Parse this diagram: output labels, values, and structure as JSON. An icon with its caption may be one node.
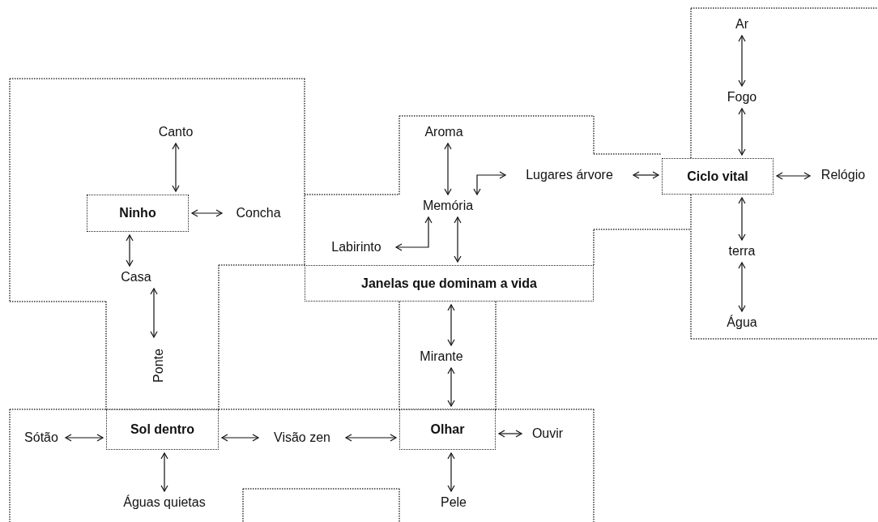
{
  "diagram": {
    "nodes": [
      {
        "text": [
          "Ar"
        ]
      },
      {
        "text": [
          "Fogo"
        ]
      },
      {
        "text": [
          "Canto"
        ]
      },
      {
        "text": [
          "Aroma"
        ]
      },
      {
        "text": [
          "Ciclo vital"
        ]
      },
      {
        "text": [
          "Lugares árvore"
        ]
      },
      {
        "text": [
          "Relógio"
        ]
      },
      {
        "text": [
          "Ninho"
        ]
      },
      {
        "text": [
          "Concha"
        ]
      },
      {
        "text": [
          "Memória"
        ]
      },
      {
        "text": [
          "Labirinto"
        ]
      },
      {
        "text": [
          "terra"
        ]
      },
      {
        "text": [
          "Casa"
        ]
      },
      {
        "text": [
          "Janelas que dominam a vida"
        ]
      },
      {
        "text": [
          "Água"
        ]
      },
      {
        "text": [
          "Ponte"
        ]
      },
      {
        "text": [
          "Mirante"
        ]
      },
      {
        "text": [
          "Sótão"
        ]
      },
      {
        "text": [
          "Sol dentro"
        ]
      },
      {
        "text": [
          "Visão zen"
        ]
      },
      {
        "text": [
          "Olhar"
        ]
      },
      {
        "text": [
          "Ouvir"
        ]
      },
      {
        "text": [
          "Águas quietas"
        ]
      },
      {
        "text": [
          "Pele"
        ]
      }
    ],
    "edges": [
      {
        "from": 0,
        "to": 1,
        "arrow": "both"
      },
      {
        "from": 1,
        "to": 4,
        "arrow": "both"
      },
      {
        "from": 3,
        "to": 9,
        "arrow": "both"
      },
      {
        "from": 9,
        "to": 5,
        "arrow": "both"
      },
      {
        "from": 5,
        "to": 4,
        "arrow": "both"
      },
      {
        "from": 4,
        "to": 6,
        "arrow": "both"
      },
      {
        "from": 2,
        "to": 7,
        "arrow": "both"
      },
      {
        "from": 7,
        "to": 8,
        "arrow": "both"
      },
      {
        "from": 7,
        "to": 12,
        "arrow": "both"
      },
      {
        "from": 9,
        "to": 13,
        "arrow": "both"
      },
      {
        "from": 10,
        "to": 9,
        "arrow": "both"
      },
      {
        "from": 4,
        "to": 11,
        "arrow": "both"
      },
      {
        "from": 11,
        "to": 14,
        "arrow": "both"
      },
      {
        "from": 15,
        "to": 12,
        "arrow": "both"
      },
      {
        "from": 13,
        "to": 16,
        "arrow": "both"
      },
      {
        "from": 16,
        "to": 20,
        "arrow": "both"
      },
      {
        "from": 17,
        "to": 18,
        "arrow": "both"
      },
      {
        "from": 18,
        "to": 19,
        "arrow": "both"
      },
      {
        "from": 19,
        "to": 20,
        "arrow": "both"
      },
      {
        "from": 20,
        "to": 21,
        "arrow": "both"
      },
      {
        "from": 18,
        "to": 22,
        "arrow": "both"
      },
      {
        "from": 20,
        "to": 23,
        "arrow": "both"
      }
    ]
  }
}
